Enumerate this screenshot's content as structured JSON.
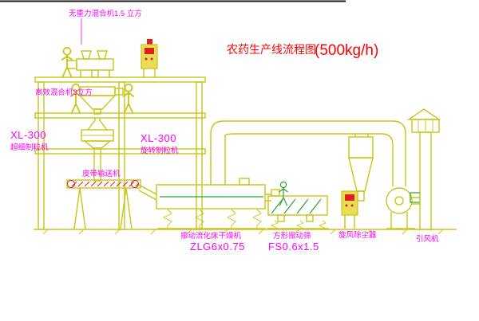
{
  "title": {
    "main": "农药生产线流程图",
    "capacity": "(500kg/h)"
  },
  "labels": {
    "mixer_top": "无重力混合机1.5 立方",
    "mixer_mid": "高效混合机3立方",
    "granulator_left_model": "XL-300",
    "granulator_left_name": "超细制粒机",
    "granulator_mid_model": "XL-300",
    "granulator_mid_name": "旋转制粒机",
    "belt_conveyor": "皮带输送机",
    "dryer_name": "振动流化床干燥机",
    "dryer_model": "ZLG6x0.75",
    "sieve_name": "方形振动筛",
    "sieve_model": "FS0.6x1.5",
    "cyclone": "旋风除尘器",
    "fan": "引风机"
  },
  "colors": {
    "machine_yellow": "#c9c516",
    "panel_fill": "#e8dd55",
    "accent_green": "#2aa52a",
    "label_magenta": "#ff00ff",
    "title_red": "#ff0000",
    "detail_red": "#e02020",
    "background": "#ffffff"
  }
}
